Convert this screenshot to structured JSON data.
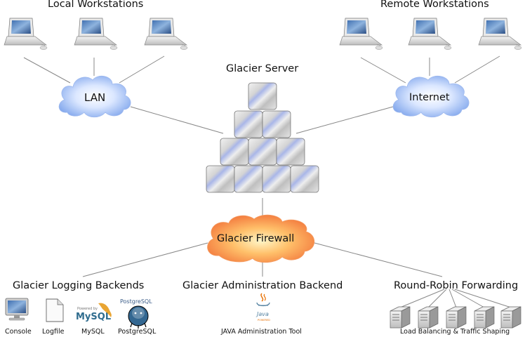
{
  "groups": {
    "local": "Local Workstations",
    "remote": "Remote Workstations",
    "server": "Glacier Server"
  },
  "networks": {
    "lan": "LAN",
    "internet": "Internet",
    "firewall": "Glacier Firewall"
  },
  "backends": {
    "logging": {
      "title": "Glacier Logging Backends",
      "items": [
        "Console",
        "Logfile",
        "MySQL",
        "PostgreSQL"
      ]
    },
    "admin": {
      "title": "Glacier Administration Backend",
      "items": [
        "JAVA Administration Tool"
      ]
    },
    "forwarding": {
      "title": "Round-Robin Forwarding",
      "items": [
        "Load Balancing & Traffic Shaping"
      ]
    }
  },
  "logo_text": {
    "mysql": "MySQL",
    "postgres": "PostgreSQL",
    "java": "Java"
  },
  "colors": {
    "cloud_blue": "#8fb3f0",
    "cloud_orange": "#f08a3c",
    "line": "#888888"
  }
}
